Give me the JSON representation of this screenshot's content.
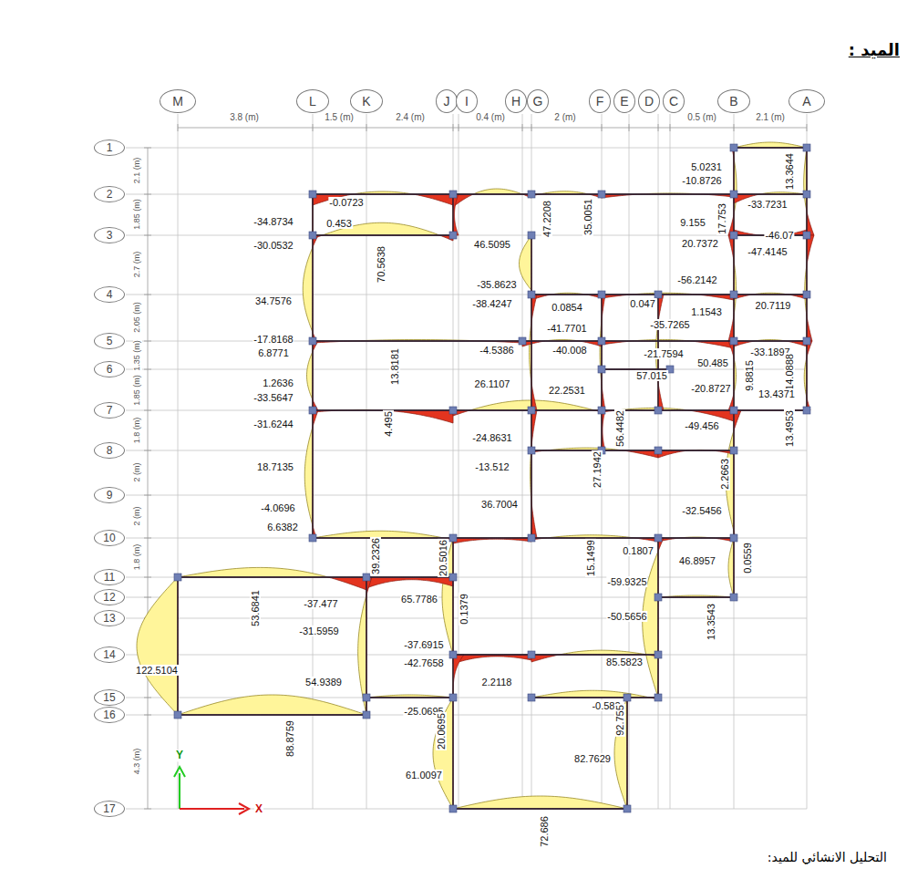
{
  "diagram": {
    "title": "الميد :",
    "caption": "التحليل الانشائي للميد:",
    "nodes": [
      {
        "text": [
          "M"
        ]
      },
      {
        "text": [
          "L"
        ]
      },
      {
        "text": [
          "K"
        ]
      },
      {
        "text": [
          "J"
        ]
      },
      {
        "text": [
          "I"
        ]
      },
      {
        "text": [
          "H"
        ]
      },
      {
        "text": [
          "G"
        ]
      },
      {
        "text": [
          "F"
        ]
      },
      {
        "text": [
          "E"
        ]
      },
      {
        "text": [
          "D"
        ]
      },
      {
        "text": [
          "C"
        ]
      },
      {
        "text": [
          "B"
        ]
      },
      {
        "text": [
          "A"
        ]
      },
      {
        "text": [
          "1"
        ]
      },
      {
        "text": [
          "2"
        ]
      },
      {
        "text": [
          "3"
        ]
      },
      {
        "text": [
          "4"
        ]
      },
      {
        "text": [
          "5"
        ]
      },
      {
        "text": [
          "6"
        ]
      },
      {
        "text": [
          "7"
        ]
      },
      {
        "text": [
          "8"
        ]
      },
      {
        "text": [
          "9"
        ]
      },
      {
        "text": [
          "10"
        ]
      },
      {
        "text": [
          "11"
        ]
      },
      {
        "text": [
          "12"
        ]
      },
      {
        "text": [
          "13"
        ]
      },
      {
        "text": [
          "14"
        ]
      },
      {
        "text": [
          "15"
        ]
      },
      {
        "text": [
          "16"
        ]
      },
      {
        "text": [
          "17"
        ]
      }
    ],
    "labels": [
      "3.8 (m)",
      "1.5 (m)",
      "2.4 (m)",
      "0.4 (m)",
      "2 (m)",
      "0.5 (m)",
      "2.1 (m)",
      "2.1 (m)",
      "1.85 (m)",
      "2.7 (m)",
      "2.05 (m)",
      "1.35 (m)",
      "1.85 (m)",
      "1.8 (m)",
      "2 (m)",
      "2 (m)",
      "1.8 (m)",
      "4.3 (m)",
      "5.0231",
      "-10.8726",
      "13.3644",
      "-33.7231",
      "-0.0723",
      "-34.8734",
      "0.453",
      "70.5638",
      "9.155",
      "17.753",
      "-46.07",
      "20.7372",
      "-47.4145",
      "46.5095",
      "47.2208",
      "35.0051",
      "-30.0532",
      "-56.2142",
      "-35.8623",
      "34.7576",
      "-38.4247",
      "0.0854",
      "0.047",
      "-41.7701",
      "-35.7265",
      "1.1543",
      "20.7119",
      "-17.8168",
      "6.8771",
      "13.8181",
      "-4.5386",
      "-40.008",
      "-21.7594",
      "50.485",
      "-33.1897",
      "14.0888",
      "1.2636",
      "-33.5647",
      "26.1107",
      "22.2531",
      "57.015",
      "-20.8727",
      "9.8815",
      "13.4371",
      "-31.6244",
      "4.495",
      "-24.8631",
      "56.4482",
      "-49.456",
      "13.4953",
      "18.7135",
      "-13.512",
      "27.1942",
      "2.2663",
      "-4.0696",
      "36.7004",
      "-32.5456",
      "6.6382",
      "39.2326",
      "20.5016",
      "15.1499",
      "0.1807",
      "46.8957",
      "0.0559",
      "53.6841",
      "-37.477",
      "65.7786",
      "0.1379",
      "-59.9325",
      "-50.5656",
      "13.3543",
      "-31.5959",
      "-37.6915",
      "-42.7658",
      "122.5104",
      "54.9389",
      "2.2118",
      "85.5823",
      "-0.582",
      "-25.0695",
      "20.0695",
      "88.8759",
      "92.755",
      "61.0097",
      "82.7629",
      "72.686",
      "Y",
      "X"
    ]
  }
}
